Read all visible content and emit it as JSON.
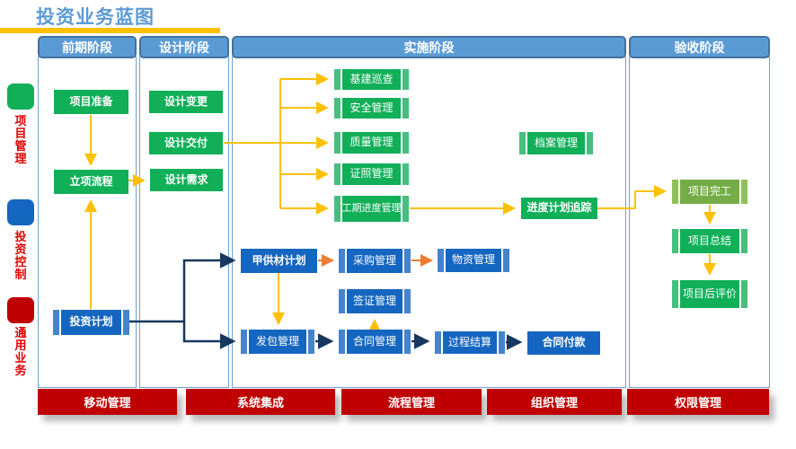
{
  "title": "投资业务蓝图",
  "legend": {
    "items": [
      {
        "label": "项目管理",
        "color": "#10AF58"
      },
      {
        "label": "投资控制",
        "color": "#1566C0"
      },
      {
        "label": "通用业务",
        "color": "#C00000"
      }
    ]
  },
  "phases": [
    {
      "label": "前期阶段"
    },
    {
      "label": "设计阶段"
    },
    {
      "label": "实施阶段"
    },
    {
      "label": "验收阶段"
    }
  ],
  "nodes": {
    "xmzb": {
      "label": "项目准备"
    },
    "lxlc": {
      "label": "立项流程"
    },
    "tzjh": {
      "label": "投资计划"
    },
    "sjbg": {
      "label": "设计变更"
    },
    "sjjf": {
      "label": "设计交付"
    },
    "sjxq": {
      "label": "设计需求"
    },
    "jjxc": {
      "label": "基建巡查"
    },
    "aqgl": {
      "label": "安全管理"
    },
    "zlgl": {
      "label": "质量管理"
    },
    "zzgl": {
      "label": "证照管理"
    },
    "gqjd": {
      "label": "工期进度管理"
    },
    "dagl": {
      "label": "档案管理"
    },
    "jdzz": {
      "label": "进度计划追踪"
    },
    "jgcjh": {
      "label": "甲供材计划"
    },
    "cggl": {
      "label": "采购管理"
    },
    "wzgl": {
      "label": "物资管理"
    },
    "qzgl": {
      "label": "签证管理"
    },
    "fbgl": {
      "label": "发包管理"
    },
    "htgl": {
      "label": "合同管理"
    },
    "gcjs": {
      "label": "过程结算"
    },
    "htfk": {
      "label": "合同付款"
    },
    "xmwg": {
      "label": "项目完工"
    },
    "xmzj": {
      "label": "项目总结"
    },
    "xmhpj": {
      "label": "项目后评价"
    }
  },
  "bottom_bar": [
    {
      "label": "移动管理"
    },
    {
      "label": "系统集成"
    },
    {
      "label": "流程管理"
    },
    {
      "label": "组织管理"
    },
    {
      "label": "权限管理"
    }
  ],
  "colors": {
    "title_blue": "#5B9BD5",
    "accent_yellow": "#FFC000",
    "arrow_orange": "#ED7D31",
    "arrow_navy": "#17375E",
    "green": "#10AF58",
    "olive_green": "#74AD47",
    "blue": "#1566C0",
    "red": "#C00000",
    "header_border": "#41719C"
  }
}
